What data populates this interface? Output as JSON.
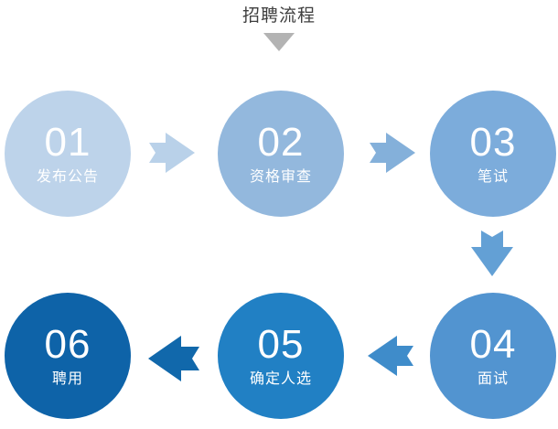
{
  "diagram": {
    "title": "招聘流程",
    "title_caret_icon": "chevron-down-icon",
    "background_color": "#ffffff",
    "title_color": "#3f3f3f",
    "caret_color": "#b3b3b3",
    "type": "circular-step-flow",
    "step_count": 6,
    "flow_order": [
      "01",
      "02",
      "03",
      "04",
      "05",
      "06"
    ],
    "layout": "two rows of three; top row left-to-right, bottom row right-to-left (serpentine)"
  },
  "steps": [
    {
      "number": "01",
      "label": "发布公告",
      "color": "#bdd3ea",
      "row": 1,
      "column": 1
    },
    {
      "number": "02",
      "label": "资格审查",
      "color": "#93b8dd",
      "row": 1,
      "column": 2
    },
    {
      "number": "03",
      "label": "笔试",
      "color": "#7cacdb",
      "row": 1,
      "column": 3
    },
    {
      "number": "04",
      "label": "面试",
      "color": "#5294d0",
      "row": 2,
      "column": 3
    },
    {
      "number": "05",
      "label": "确定人选",
      "color": "#2180c4",
      "row": 2,
      "column": 2
    },
    {
      "number": "06",
      "label": "聘用",
      "color": "#0e63a8",
      "row": 2,
      "column": 1
    }
  ],
  "arrows": [
    {
      "icon": "arrow-right-icon",
      "from": "01",
      "to": "02",
      "direction": "right",
      "color": "#b9d1e9"
    },
    {
      "icon": "arrow-right-icon",
      "from": "02",
      "to": "03",
      "direction": "right",
      "color": "#84b0da"
    },
    {
      "icon": "arrow-down-icon",
      "from": "03",
      "to": "04",
      "direction": "down",
      "color": "#63a0d5"
    },
    {
      "icon": "arrow-left-icon",
      "from": "04",
      "to": "05",
      "direction": "left",
      "color": "#3f8cca"
    },
    {
      "icon": "arrow-left-icon",
      "from": "05",
      "to": "06",
      "direction": "left",
      "color": "#1168ab"
    }
  ]
}
